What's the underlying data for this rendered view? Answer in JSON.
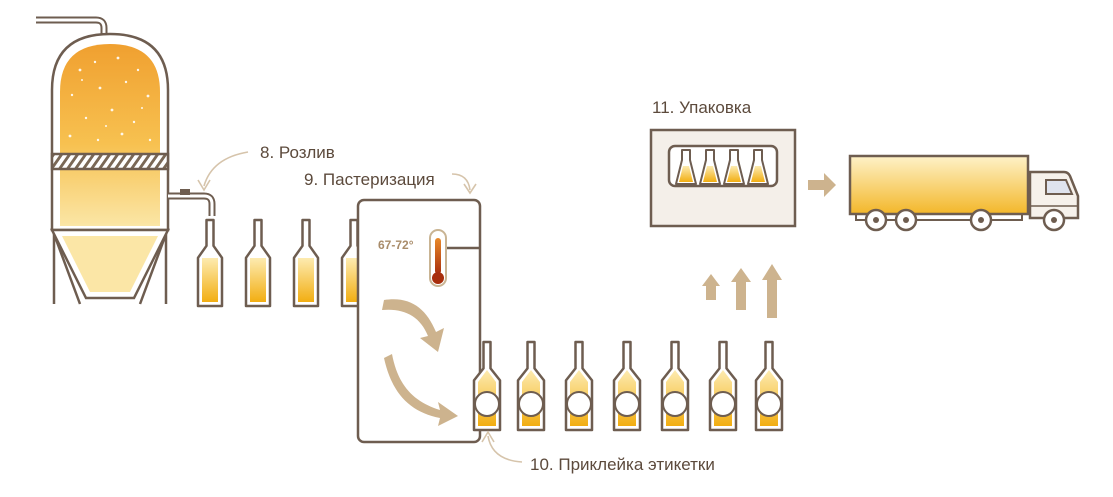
{
  "labels": {
    "bottling": "8. Розлив",
    "pasteurization": "9. Пастеризация",
    "labeling": "10. Приклейка этикетки",
    "packaging": "11. Упаковка"
  },
  "pasteurizer": {
    "temperature": "67-72°"
  },
  "colors": {
    "outline": "#6e5d50",
    "beer_light": "#fce39a",
    "beer_dark": "#f2b015",
    "beer_top": "#f0a535",
    "arrow": "#cdb38e",
    "connector": "#d6c4ab",
    "panel_bg": "#f4efe9",
    "thermometer_red": "#b03a10"
  },
  "icons": {
    "tank": "fermentation-tank-icon",
    "bottle": "beer-bottle-icon",
    "pasteurizer": "pasteurizer-cabinet-icon",
    "thermometer": "thermometer-icon",
    "crate": "bottle-crate-icon",
    "truck": "delivery-truck-icon"
  },
  "counts": {
    "filled_bottles": 4,
    "labeled_bottles": 7,
    "crate_bottles": 4
  }
}
